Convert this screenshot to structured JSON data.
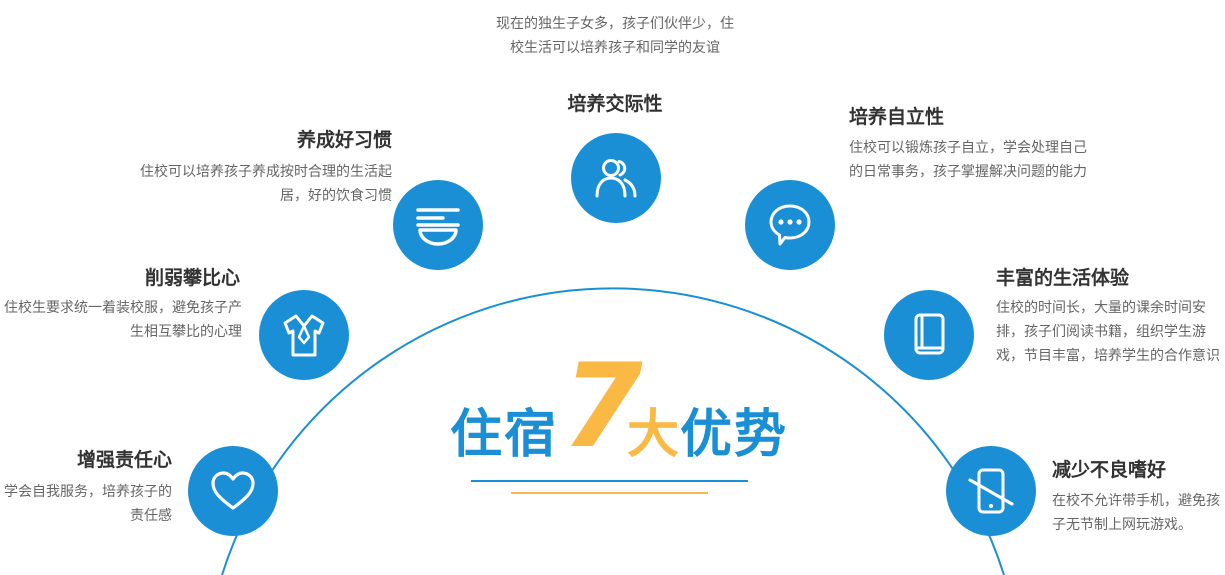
{
  "heading": {
    "part1": "住宿",
    "number": "7",
    "part2": "大",
    "part3": "优势"
  },
  "colors": {
    "accent_blue": "#1a8fd6",
    "accent_yellow": "#f9b944"
  },
  "advantages": [
    {
      "title": "培养交际性",
      "description": "现在的独生子女多，孩子们伙伴少，住校生活可以培养孩子和同学的友谊",
      "icon": "users-icon"
    },
    {
      "title": "养成好习惯",
      "description": "住校可以培养孩子养成按时合理的生活起居，好的饮食习惯",
      "icon": "bowl-icon"
    },
    {
      "title": "培养自立性",
      "description": "住校可以锻炼孩子自立，学会处理自己的日常事务，孩子掌握解决问题的能力",
      "icon": "chat-bubble-icon"
    },
    {
      "title": "削弱攀比心",
      "description": "住校生要求统一着装校服，避免孩子产生相互攀比的心理",
      "icon": "shirt-icon"
    },
    {
      "title": "丰富的生活体验",
      "description": "住校的时间长，大量的课余时间安排，孩子们阅读书籍，组织学生游戏，节目丰富，培养学生的合作意识",
      "icon": "book-icon"
    },
    {
      "title": "增强责任心",
      "description": "学会自我服务，培养孩子的责任感",
      "icon": "heart-icon"
    },
    {
      "title": "减少不良嗜好",
      "description": "在校不允许带手机，避免孩子无节制上网玩游戏。",
      "icon": "no-phone-icon"
    }
  ]
}
